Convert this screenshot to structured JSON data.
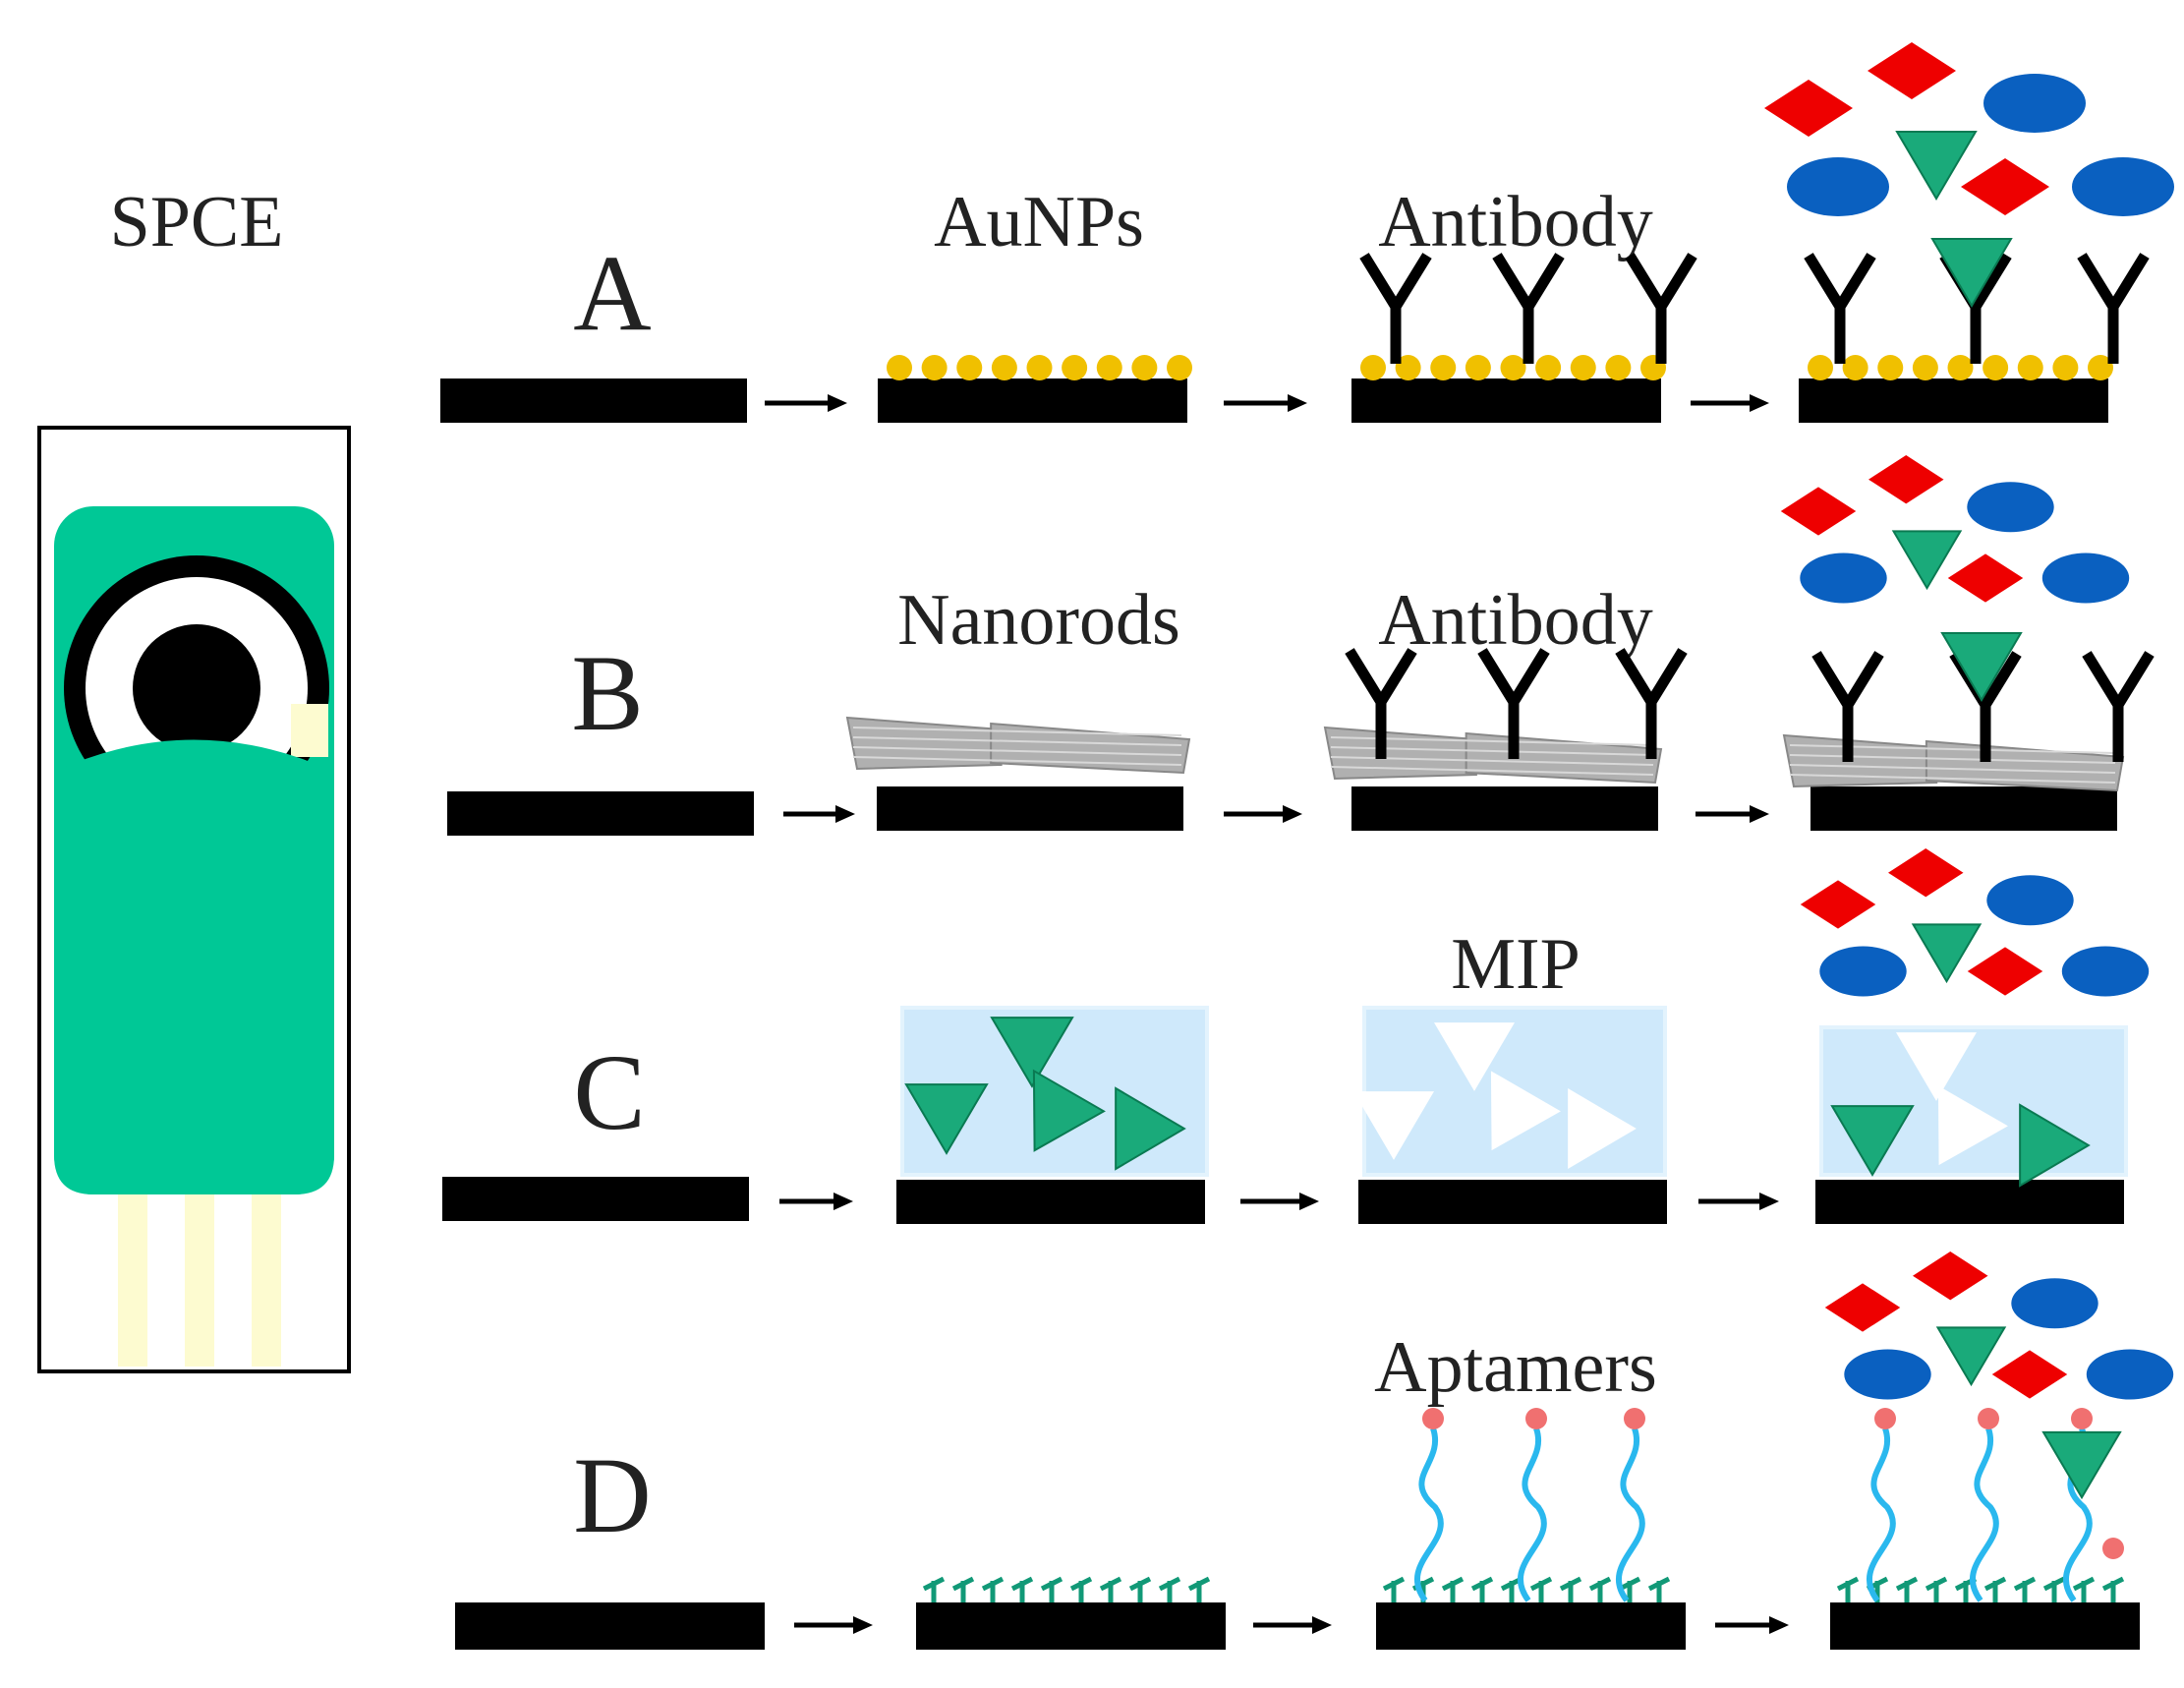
{
  "device_label": "SPCE",
  "rows": [
    {
      "letter": "A",
      "step1_label": "AuNPs",
      "step2_label": "Antibody"
    },
    {
      "letter": "B",
      "step1_label": "Nanorods",
      "step2_label": "Antibody"
    },
    {
      "letter": "C",
      "step1_label": "",
      "step2_label": "MIP"
    },
    {
      "letter": "D",
      "step1_label": "",
      "step2_label": "Aptamers"
    }
  ],
  "colors": {
    "electrode": "#000000",
    "device_body": "#00c896",
    "gold_nanoparticle": "#f0c000",
    "nanorod": "#b0b0b0",
    "mip_matrix": "#cfe9fb",
    "triangle_analyte": "#1aaa7a",
    "diamond_interferent": "#ee0000",
    "ellipse_interferent": "#0a60c0",
    "aptamer": "#2ab8ee",
    "aptamer_tip": "#f07070",
    "contact_strip": "#fdfbd0"
  },
  "icons": [
    "antibody-icon",
    "triangle-analyte-icon",
    "diamond-icon",
    "ellipse-icon",
    "aptamer-icon",
    "gold-nanoparticle-icon",
    "nanorod-icon",
    "arrow-icon"
  ]
}
